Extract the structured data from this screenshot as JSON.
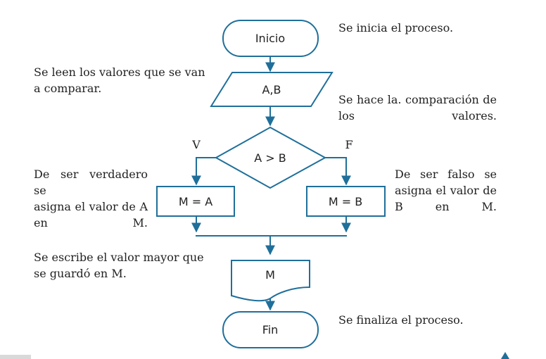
{
  "diagram": {
    "nodes": {
      "start": {
        "label": "Inicio"
      },
      "input": {
        "label": "A,B"
      },
      "decision": {
        "label": "A > B"
      },
      "assign_a": {
        "label": "M = A"
      },
      "assign_b": {
        "label": "M = B"
      },
      "output": {
        "label": "M"
      },
      "end": {
        "label": "Fin"
      }
    },
    "branches": {
      "true_label": "V",
      "false_label": "F"
    },
    "notes": {
      "start": "Se inicia el proceso.",
      "input": "Se leen los valores que se van\na comparar.",
      "compare": "Se hace la. comparación de\nlos valores.",
      "true_branch": "De ser verdadero se\nasigna el valor de A\nen M.",
      "false_branch": "De ser falso se\nasigna el valor de\nB en M.",
      "output": "Se escribe el valor mayor que\nse guardó en M.",
      "end": "Se finaliza el proceso."
    },
    "colors": {
      "stroke": "#1f6f9a",
      "text": "#222222"
    }
  }
}
